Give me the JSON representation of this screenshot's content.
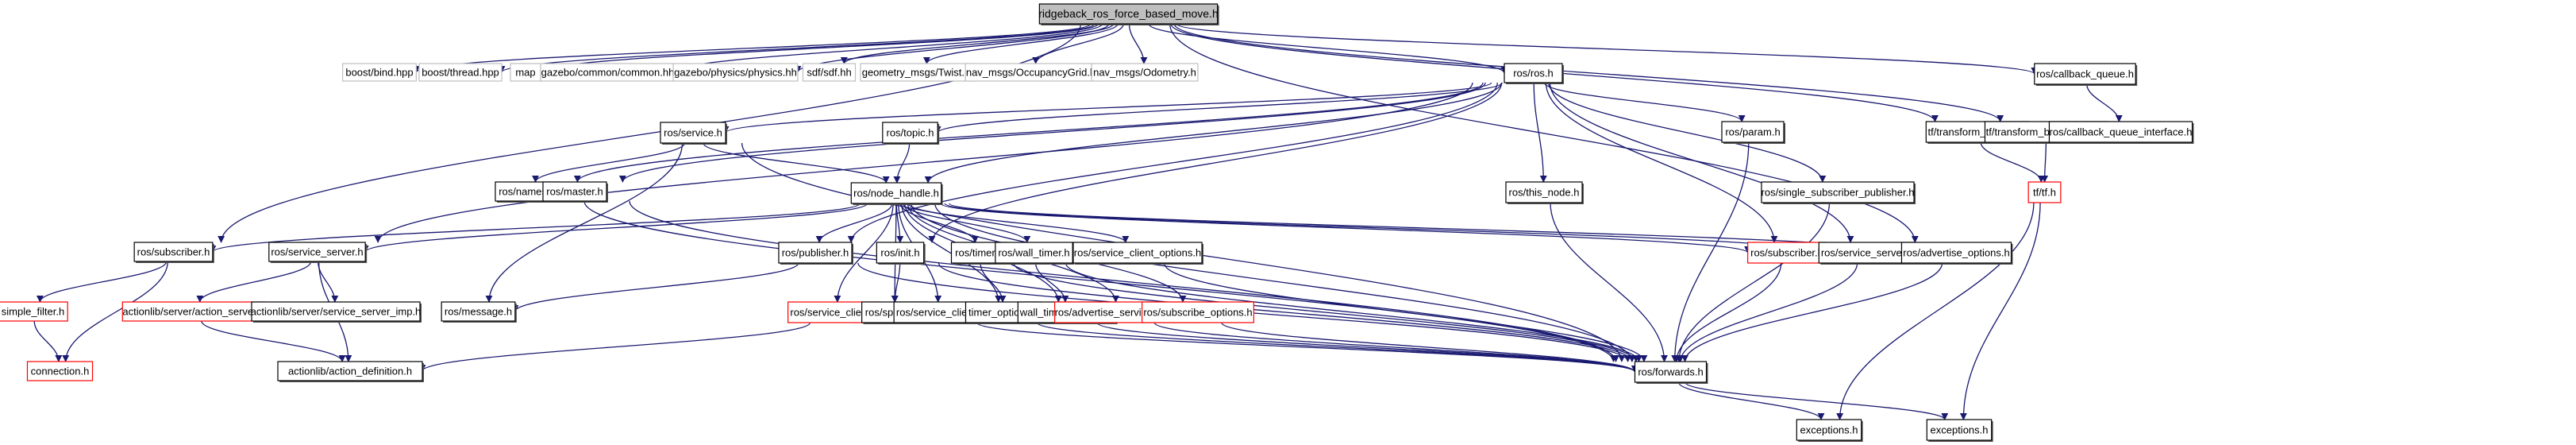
{
  "diagram": {
    "type": "include-dependency-graph",
    "legend_colors": {
      "edge": "#191970",
      "root_fill": "#bfbfbf",
      "external_border": "#bfbfbf",
      "truncated_border": "#ff0000",
      "normal_border": "#000000"
    },
    "nodes": [
      {
        "id": "root",
        "label": "ridgeback_ros_force_based_move.h",
        "kind": "root"
      },
      {
        "id": "boost_bind",
        "label": "boost/bind.hpp",
        "kind": "external"
      },
      {
        "id": "boost_thread",
        "label": "boost/thread.hpp",
        "kind": "external"
      },
      {
        "id": "map",
        "label": "map",
        "kind": "external"
      },
      {
        "id": "gazebo_common",
        "label": "gazebo/common/common.hh",
        "kind": "external"
      },
      {
        "id": "gazebo_physics",
        "label": "gazebo/physics/physics.hh",
        "kind": "external"
      },
      {
        "id": "sdf",
        "label": "sdf/sdf.hh",
        "kind": "external"
      },
      {
        "id": "twist",
        "label": "geometry_msgs/Twist.h",
        "kind": "external"
      },
      {
        "id": "occgrid",
        "label": "nav_msgs/OccupancyGrid.h",
        "kind": "external"
      },
      {
        "id": "odometry",
        "label": "nav_msgs/Odometry.h",
        "kind": "external"
      },
      {
        "id": "ros_ros",
        "label": "ros/ros.h",
        "kind": "normal"
      },
      {
        "id": "callback_queue",
        "label": "ros/callback_queue.h",
        "kind": "normal"
      },
      {
        "id": "tf_listener",
        "label": "tf/transform_listener.h",
        "kind": "normal"
      },
      {
        "id": "tf_broadcaster",
        "label": "tf/transform_broadcaster.h",
        "kind": "normal"
      },
      {
        "id": "callback_queue_iface",
        "label": "ros/callback_queue_interface.h",
        "kind": "normal"
      },
      {
        "id": "ros_service",
        "label": "ros/service.h",
        "kind": "normal"
      },
      {
        "id": "ros_topic",
        "label": "ros/topic.h",
        "kind": "normal"
      },
      {
        "id": "ros_param",
        "label": "ros/param.h",
        "kind": "normal"
      },
      {
        "id": "ros_names",
        "label": "ros/names.h",
        "kind": "normal"
      },
      {
        "id": "ros_master",
        "label": "ros/master.h",
        "kind": "normal"
      },
      {
        "id": "node_handle",
        "label": "ros/node_handle.h",
        "kind": "normal"
      },
      {
        "id": "this_node",
        "label": "ros/this_node.h",
        "kind": "normal"
      },
      {
        "id": "single_sub_pub",
        "label": "ros/single_subscriber_publisher.h",
        "kind": "normal"
      },
      {
        "id": "tf_tf",
        "label": "tf/tf.h",
        "kind": "truncated"
      },
      {
        "id": "ros_subscriber_l",
        "label": "ros/subscriber.h",
        "kind": "normal"
      },
      {
        "id": "ros_service_server_l",
        "label": "ros/service_server.h",
        "kind": "normal"
      },
      {
        "id": "ros_publisher",
        "label": "ros/publisher.h",
        "kind": "normal"
      },
      {
        "id": "ros_init",
        "label": "ros/init.h",
        "kind": "normal"
      },
      {
        "id": "ros_timer",
        "label": "ros/timer.h",
        "kind": "normal"
      },
      {
        "id": "ros_wall_timer",
        "label": "ros/wall_timer.h",
        "kind": "normal"
      },
      {
        "id": "service_client_options",
        "label": "ros/service_client_options.h",
        "kind": "normal"
      },
      {
        "id": "ros_subscriber_r",
        "label": "ros/subscriber.h",
        "kind": "truncated"
      },
      {
        "id": "ros_service_server_r",
        "label": "ros/service_server.h",
        "kind": "normal"
      },
      {
        "id": "advertise_options",
        "label": "ros/advertise_options.h",
        "kind": "normal"
      },
      {
        "id": "simple_filter",
        "label": "simple_filter.h",
        "kind": "truncated"
      },
      {
        "id": "action_server",
        "label": "actionlib/server/action_server.h",
        "kind": "truncated"
      },
      {
        "id": "service_server_imp",
        "label": "actionlib/server/service_server_imp.h",
        "kind": "normal"
      },
      {
        "id": "ros_message",
        "label": "ros/message.h",
        "kind": "normal"
      },
      {
        "id": "service_client_red",
        "label": "ros/service_client.h",
        "kind": "truncated"
      },
      {
        "id": "ros_spinner",
        "label": "ros/spinner.h",
        "kind": "normal"
      },
      {
        "id": "service_client",
        "label": "ros/service_client.h",
        "kind": "normal"
      },
      {
        "id": "timer_options",
        "label": "timer_options.h",
        "kind": "normal"
      },
      {
        "id": "wall_timer_options",
        "label": "wall_timer_options.h",
        "kind": "normal"
      },
      {
        "id": "advertise_service_options",
        "label": "ros/advertise_service_options.h",
        "kind": "truncated"
      },
      {
        "id": "subscribe_options",
        "label": "ros/subscribe_options.h",
        "kind": "truncated"
      },
      {
        "id": "connection",
        "label": "connection.h",
        "kind": "truncated"
      },
      {
        "id": "action_definition",
        "label": "actionlib/action_definition.h",
        "kind": "normal"
      },
      {
        "id": "ros_forwards",
        "label": "ros/forwards.h",
        "kind": "normal"
      },
      {
        "id": "exceptions_a",
        "label": "exceptions.h",
        "kind": "normal"
      },
      {
        "id": "exceptions_b",
        "label": "exceptions.h",
        "kind": "normal"
      }
    ],
    "edges": [
      [
        "root",
        "boost_bind"
      ],
      [
        "root",
        "boost_thread"
      ],
      [
        "root",
        "map"
      ],
      [
        "root",
        "gazebo_common"
      ],
      [
        "root",
        "gazebo_physics"
      ],
      [
        "root",
        "sdf"
      ],
      [
        "root",
        "twist"
      ],
      [
        "root",
        "occgrid"
      ],
      [
        "root",
        "odometry"
      ],
      [
        "root",
        "ros_ros"
      ],
      [
        "root",
        "callback_queue"
      ],
      [
        "root",
        "tf_listener"
      ],
      [
        "root",
        "tf_broadcaster"
      ],
      [
        "root",
        "ros_subscriber_l"
      ],
      [
        "root",
        "advertise_options"
      ],
      [
        "callback_queue",
        "callback_queue_iface"
      ],
      [
        "tf_listener",
        "tf_tf"
      ],
      [
        "tf_broadcaster",
        "tf_tf"
      ],
      [
        "tf_tf",
        "exceptions_a"
      ],
      [
        "tf_tf",
        "exceptions_b"
      ],
      [
        "ros_ros",
        "ros_service"
      ],
      [
        "ros_ros",
        "ros_topic"
      ],
      [
        "ros_ros",
        "ros_param"
      ],
      [
        "ros_ros",
        "ros_names"
      ],
      [
        "ros_ros",
        "ros_master"
      ],
      [
        "ros_ros",
        "node_handle"
      ],
      [
        "ros_ros",
        "this_node"
      ],
      [
        "ros_ros",
        "single_sub_pub"
      ],
      [
        "ros_ros",
        "ros_service_server_l"
      ],
      [
        "ros_ros",
        "ros_publisher"
      ],
      [
        "ros_ros",
        "ros_init"
      ],
      [
        "ros_ros",
        "ros_subscriber_r"
      ],
      [
        "ros_ros",
        "ros_service_server_r"
      ],
      [
        "ros_service",
        "ros_names"
      ],
      [
        "ros_service",
        "node_handle"
      ],
      [
        "ros_service",
        "ros_message"
      ],
      [
        "ros_service",
        "ros_forwards"
      ],
      [
        "ros_topic",
        "node_handle"
      ],
      [
        "ros_param",
        "ros_forwards"
      ],
      [
        "ros_names",
        "ros_forwards"
      ],
      [
        "ros_master",
        "ros_forwards"
      ],
      [
        "this_node",
        "ros_forwards"
      ],
      [
        "single_sub_pub",
        "ros_forwards"
      ],
      [
        "node_handle",
        "ros_subscriber_l"
      ],
      [
        "node_handle",
        "ros_service_server_l"
      ],
      [
        "node_handle",
        "ros_publisher"
      ],
      [
        "node_handle",
        "ros_init"
      ],
      [
        "node_handle",
        "ros_timer"
      ],
      [
        "node_handle",
        "ros_wall_timer"
      ],
      [
        "node_handle",
        "service_client_options"
      ],
      [
        "node_handle",
        "ros_subscriber_r"
      ],
      [
        "node_handle",
        "ros_service_server_r"
      ],
      [
        "node_handle",
        "advertise_options"
      ],
      [
        "node_handle",
        "service_client_red"
      ],
      [
        "node_handle",
        "ros_spinner"
      ],
      [
        "node_handle",
        "service_client"
      ],
      [
        "node_handle",
        "timer_options"
      ],
      [
        "node_handle",
        "wall_timer_options"
      ],
      [
        "node_handle",
        "advertise_service_options"
      ],
      [
        "node_handle",
        "subscribe_options"
      ],
      [
        "node_handle",
        "ros_forwards"
      ],
      [
        "ros_subscriber_l",
        "simple_filter"
      ],
      [
        "ros_subscriber_l",
        "connection"
      ],
      [
        "simple_filter",
        "connection"
      ],
      [
        "ros_service_server_l",
        "action_server"
      ],
      [
        "ros_service_server_l",
        "service_server_imp"
      ],
      [
        "ros_service_server_l",
        "action_definition"
      ],
      [
        "action_server",
        "action_definition"
      ],
      [
        "ros_publisher",
        "ros_message"
      ],
      [
        "ros_publisher",
        "ros_forwards"
      ],
      [
        "ros_init",
        "ros_spinner"
      ],
      [
        "ros_init",
        "ros_forwards"
      ],
      [
        "ros_timer",
        "timer_options"
      ],
      [
        "ros_timer",
        "ros_forwards"
      ],
      [
        "ros_wall_timer",
        "wall_timer_options"
      ],
      [
        "ros_wall_timer",
        "ros_forwards"
      ],
      [
        "service_client_red",
        "action_definition"
      ],
      [
        "service_client",
        "ros_forwards"
      ],
      [
        "timer_options",
        "ros_forwards"
      ],
      [
        "wall_timer_options",
        "ros_forwards"
      ],
      [
        "service_client_options",
        "ros_forwards"
      ],
      [
        "advertise_service_options",
        "ros_forwards"
      ],
      [
        "subscribe_options",
        "ros_forwards"
      ],
      [
        "ros_subscriber_r",
        "ros_forwards"
      ],
      [
        "ros_service_server_r",
        "ros_forwards"
      ],
      [
        "advertise_options",
        "ros_forwards"
      ],
      [
        "ros_forwards",
        "exceptions_a"
      ],
      [
        "ros_forwards",
        "exceptions_b"
      ]
    ]
  }
}
